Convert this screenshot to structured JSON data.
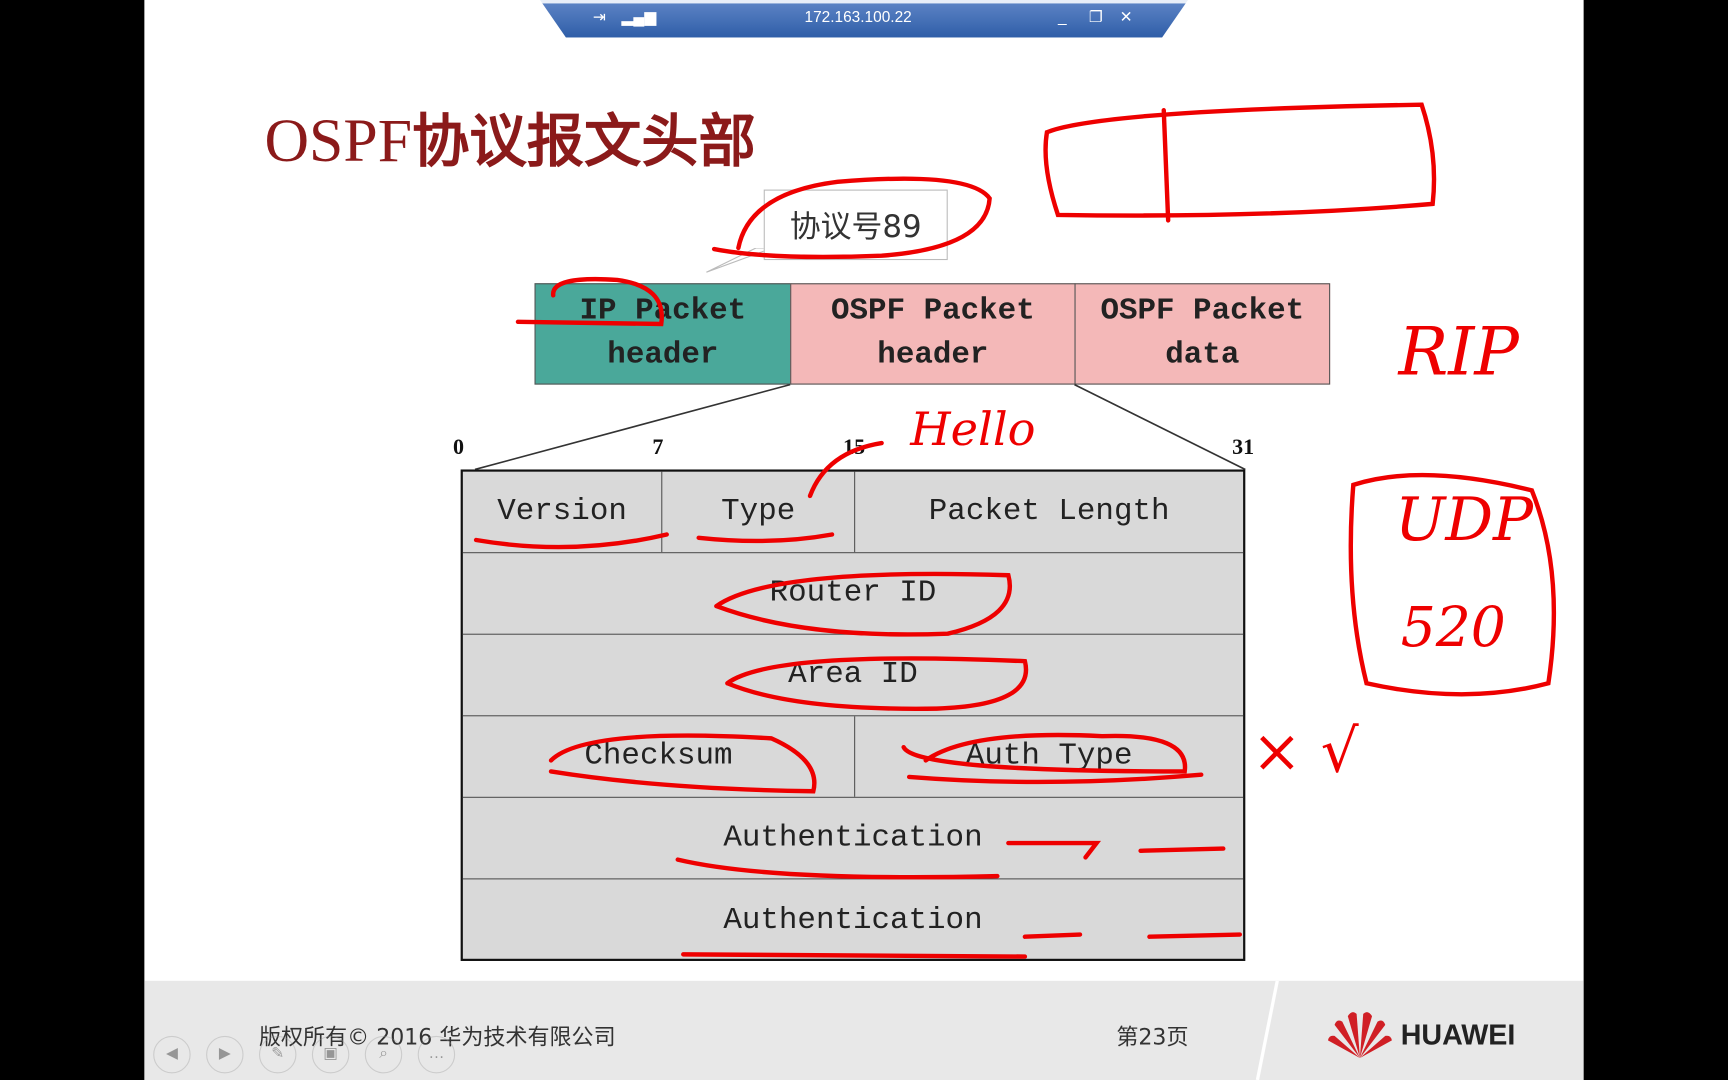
{
  "remote_bar": {
    "host": "172.163.100.22",
    "pin_icon": "pin-icon",
    "signal_icon": "signal-icon",
    "minimize": "_",
    "restore": "❐",
    "close": "✕"
  },
  "slide": {
    "title_latin": "OSPF",
    "title_cn": "协议报文头部",
    "callout": "协议号89",
    "packet": [
      "IP Packet header",
      "OSPF Packet header",
      "OSPF Packet data"
    ],
    "bits": [
      "0",
      "7",
      "15",
      "31"
    ],
    "fields": {
      "version": "Version",
      "type": "Type",
      "length": "Packet Length",
      "router_id": "Router ID",
      "area_id": "Area ID",
      "checksum": "Checksum",
      "auth_type": "Auth Type",
      "auth1": "Authentication",
      "auth2": "Authentication"
    },
    "colors": {
      "ip_header": "#4aa89a",
      "ospf": "#f4b8b8",
      "title": "#8b1a1a",
      "ink": "#e00000"
    }
  },
  "annotations": {
    "hello": "Hello",
    "rip": "RIP",
    "udp": "UDP",
    "port": "520",
    "marks": "× √"
  },
  "footer": {
    "copyright": "版权所有© 2016 华为技术有限公司",
    "page": "第23页",
    "logo": "HUAWEI"
  }
}
